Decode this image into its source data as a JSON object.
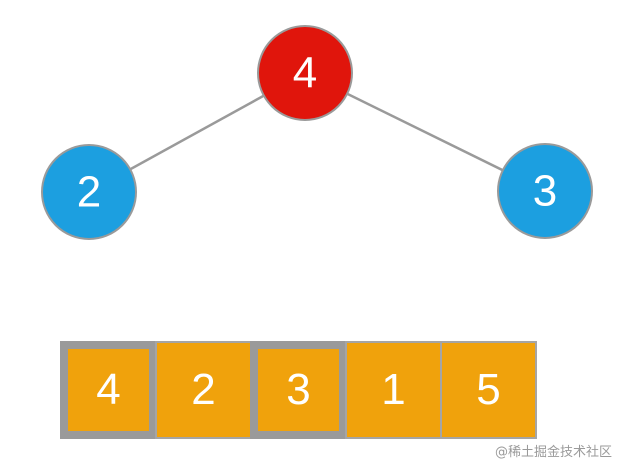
{
  "tree": {
    "edge_color": "#9a9a9a",
    "nodes": [
      {
        "id": "root",
        "value": "4",
        "color": "#e0150c"
      },
      {
        "id": "left",
        "value": "2",
        "color": "#1c9fe0"
      },
      {
        "id": "right",
        "value": "3",
        "color": "#1c9fe0"
      }
    ]
  },
  "array": {
    "cell_color": "#f0a20c",
    "cells": [
      {
        "value": "4",
        "highlighted": true
      },
      {
        "value": "2",
        "highlighted": false
      },
      {
        "value": "3",
        "highlighted": true
      },
      {
        "value": "1",
        "highlighted": false
      },
      {
        "value": "5",
        "highlighted": false
      }
    ]
  },
  "watermark": "@稀土掘金技术社区"
}
